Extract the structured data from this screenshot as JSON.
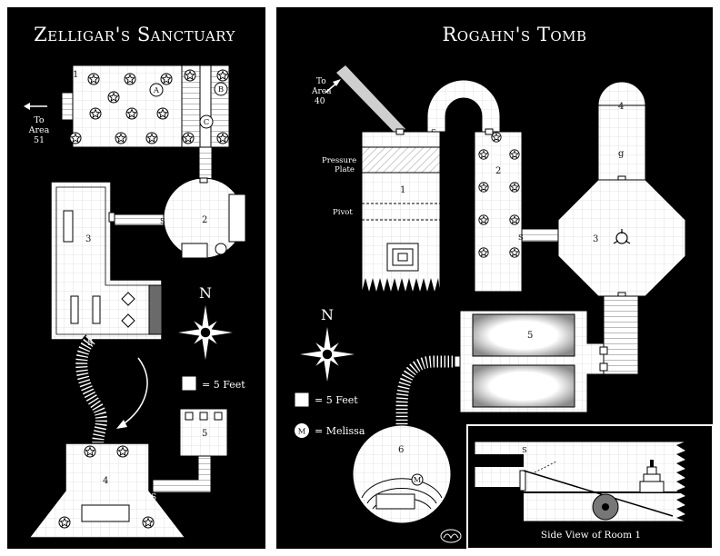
{
  "colors": {
    "background": "#000000",
    "floor": "#ffffff",
    "grid": "#cfcfcf",
    "ink": "#111111"
  },
  "left_map": {
    "title": "Zelligar's Sanctuary",
    "exit_label_line1": "To",
    "exit_label_line2": "Area",
    "exit_label_line3": "51",
    "rooms": {
      "r1": "1",
      "r2": "2",
      "r3": "3",
      "r4": "4",
      "r5": "5"
    },
    "markers": {
      "a": "A",
      "b": "B",
      "c": "C"
    },
    "secret_door": "S",
    "compass": "N",
    "scale_label": "= 5 Feet"
  },
  "right_map": {
    "title": "Rogahn's Tomb",
    "exit_label_line1": "To",
    "exit_label_line2": "Area",
    "exit_label_line3": "40",
    "pressure_plate_line1": "Pressure",
    "pressure_plate_line2": "Plate",
    "pivot_label": "Pivot",
    "rooms": {
      "r1": "1",
      "r2": "2",
      "r3": "3",
      "r4": "4",
      "r5": "5",
      "r6": "6"
    },
    "secret_door": "S",
    "room_g": "g",
    "compass": "N",
    "scale_label": "= 5 Feet",
    "melissa_marker": "M",
    "melissa_label": "= Melissa",
    "side_view_caption": "Side View of Room 1"
  }
}
